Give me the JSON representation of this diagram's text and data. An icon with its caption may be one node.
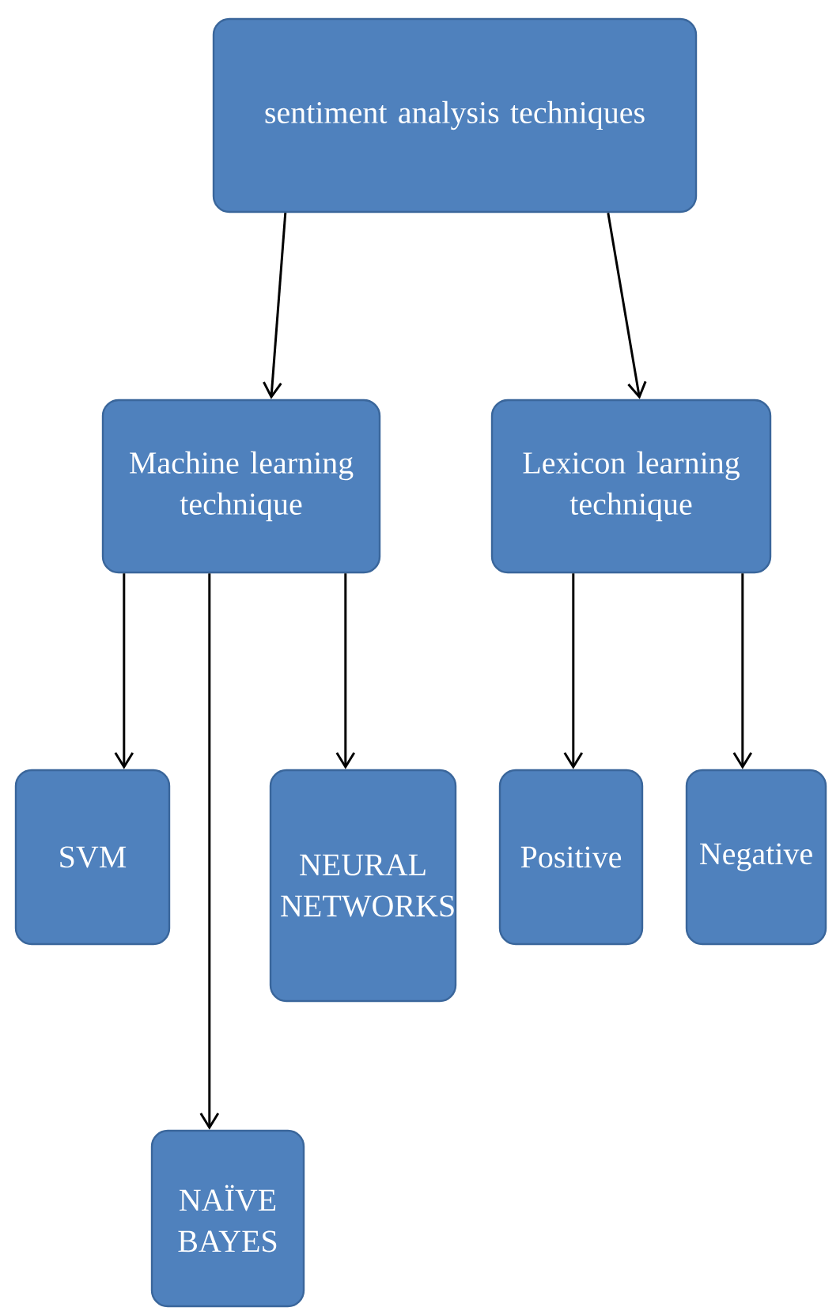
{
  "diagram": {
    "nodes": [
      {
        "text": [
          "sentiment analysis techniques"
        ]
      },
      {
        "text": [
          "Machine learning technique"
        ]
      },
      {
        "text": [
          "Lexicon learning technique"
        ]
      },
      {
        "text": [
          "SVM"
        ]
      },
      {
        "text": [
          "NEURAL NETWORKS"
        ]
      },
      {
        "text": [
          "Positive"
        ]
      },
      {
        "text": [
          "Negative"
        ]
      },
      {
        "text": [
          "NAÏVE BAYES"
        ]
      }
    ],
    "edges": [
      {
        "from": 0,
        "to": 1,
        "arrow": "to"
      },
      {
        "from": 0,
        "to": 2,
        "arrow": "to"
      },
      {
        "from": 1,
        "to": 3,
        "arrow": "to"
      },
      {
        "from": 1,
        "to": 7,
        "arrow": "to"
      },
      {
        "from": 1,
        "to": 4,
        "arrow": "to"
      },
      {
        "from": 2,
        "to": 5,
        "arrow": "to"
      },
      {
        "from": 2,
        "to": 6,
        "arrow": "to"
      }
    ]
  }
}
